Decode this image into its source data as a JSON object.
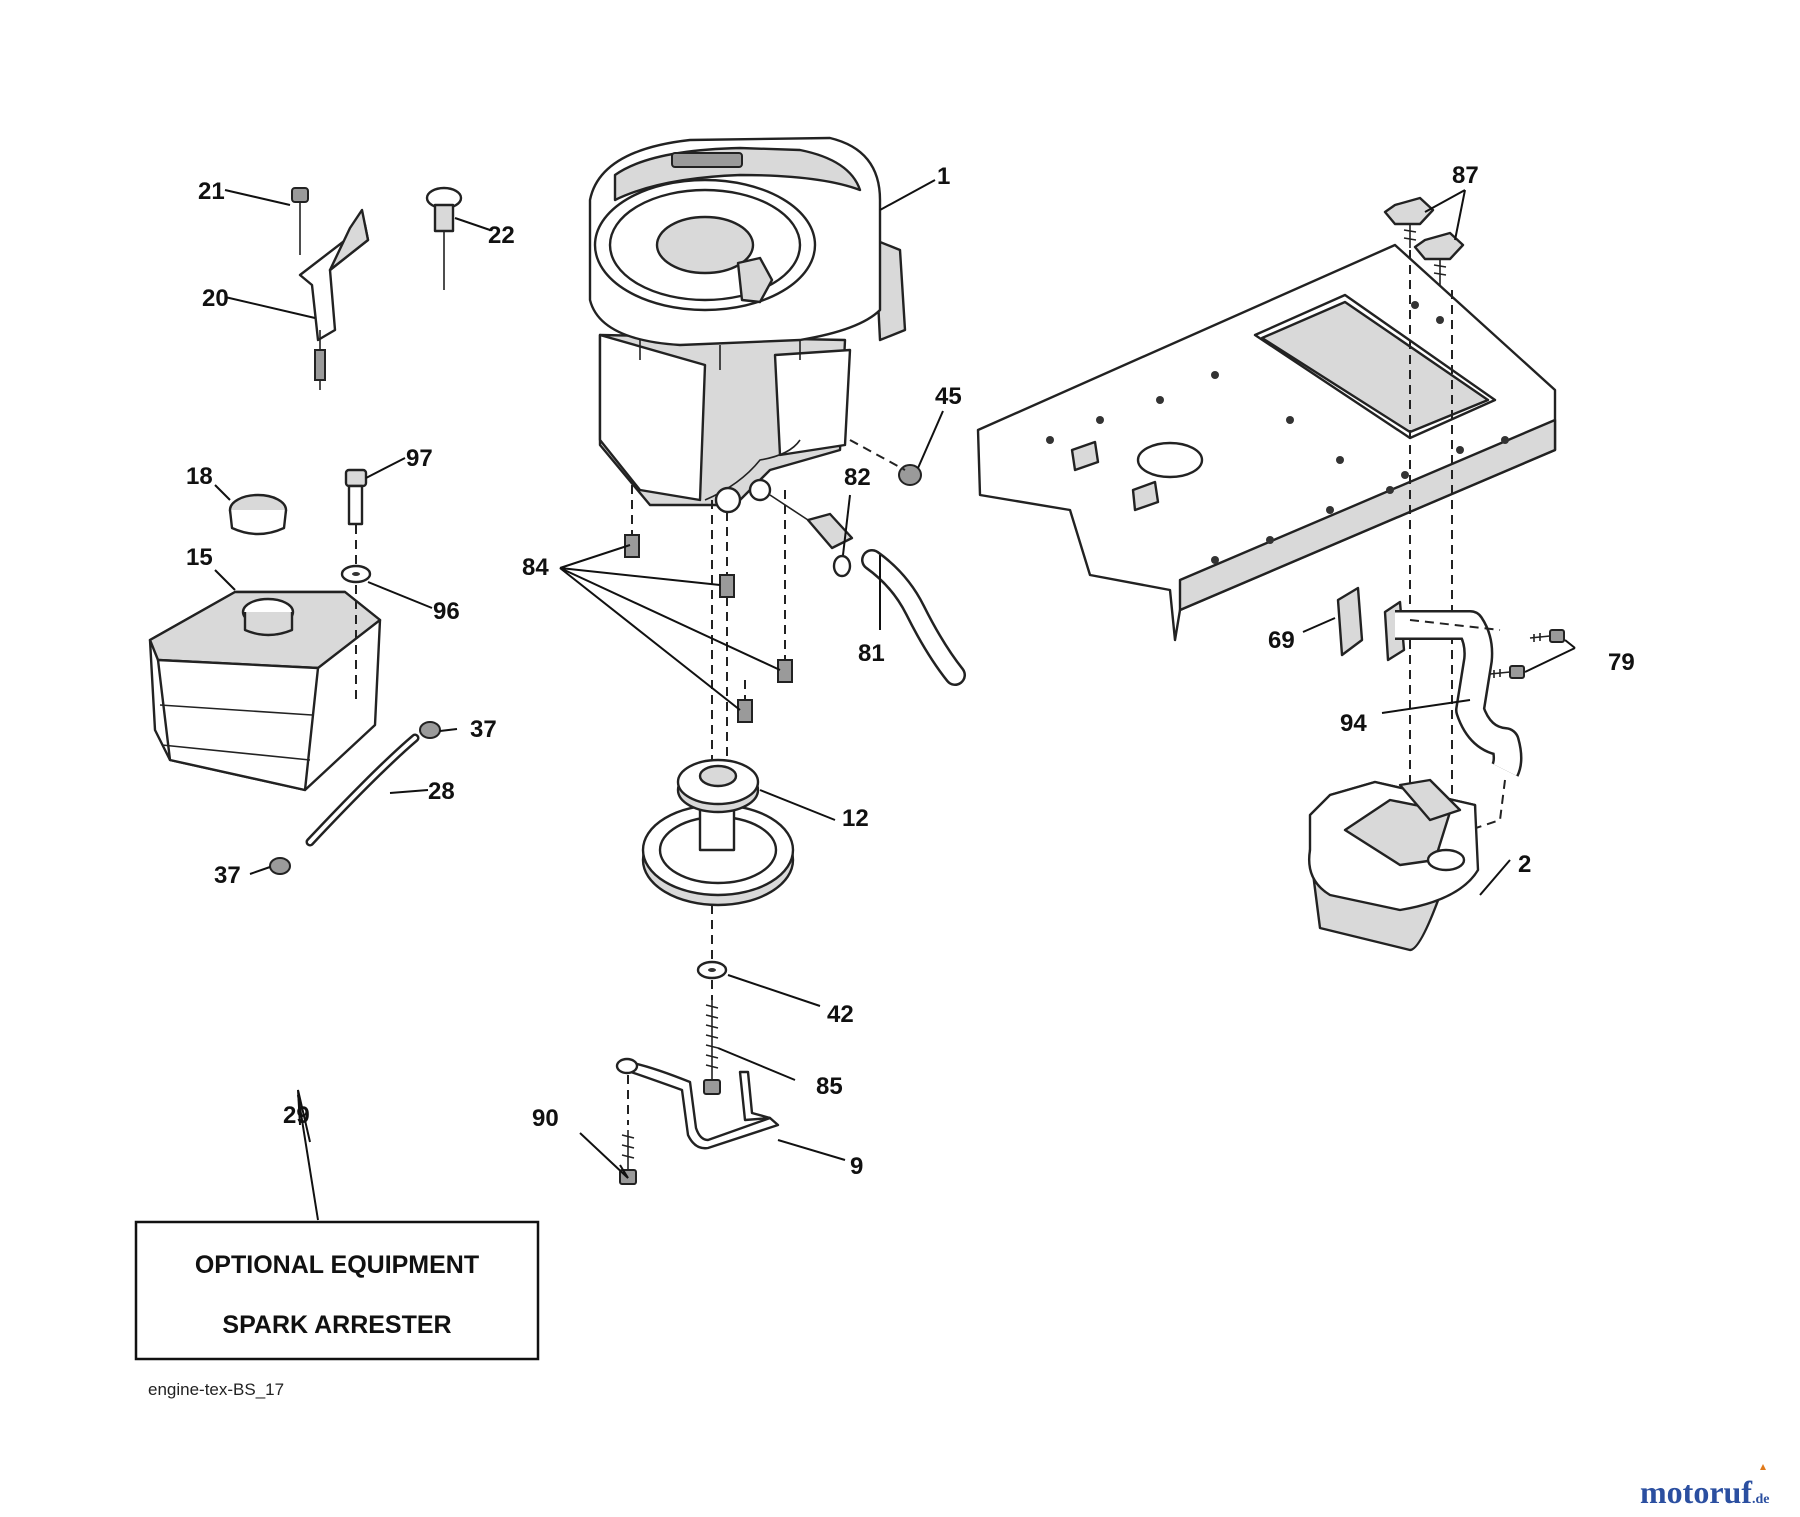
{
  "callouts": [
    "1",
    "2",
    "9",
    "12",
    "15",
    "18",
    "20",
    "21",
    "22",
    "28",
    "29",
    "37",
    "37",
    "42",
    "45",
    "69",
    "79",
    "81",
    "82",
    "84",
    "85",
    "87",
    "90",
    "94",
    "96",
    "97"
  ],
  "notice_box": {
    "line1": "OPTIONAL EQUIPMENT",
    "line2": "SPARK ARRESTER"
  },
  "diagram_code": "engine-tex-BS_17",
  "watermark": {
    "main": "motoruf",
    "suffix": ".de",
    "color_main": "#2b4fa0",
    "color_accent": "#e07a1a"
  }
}
